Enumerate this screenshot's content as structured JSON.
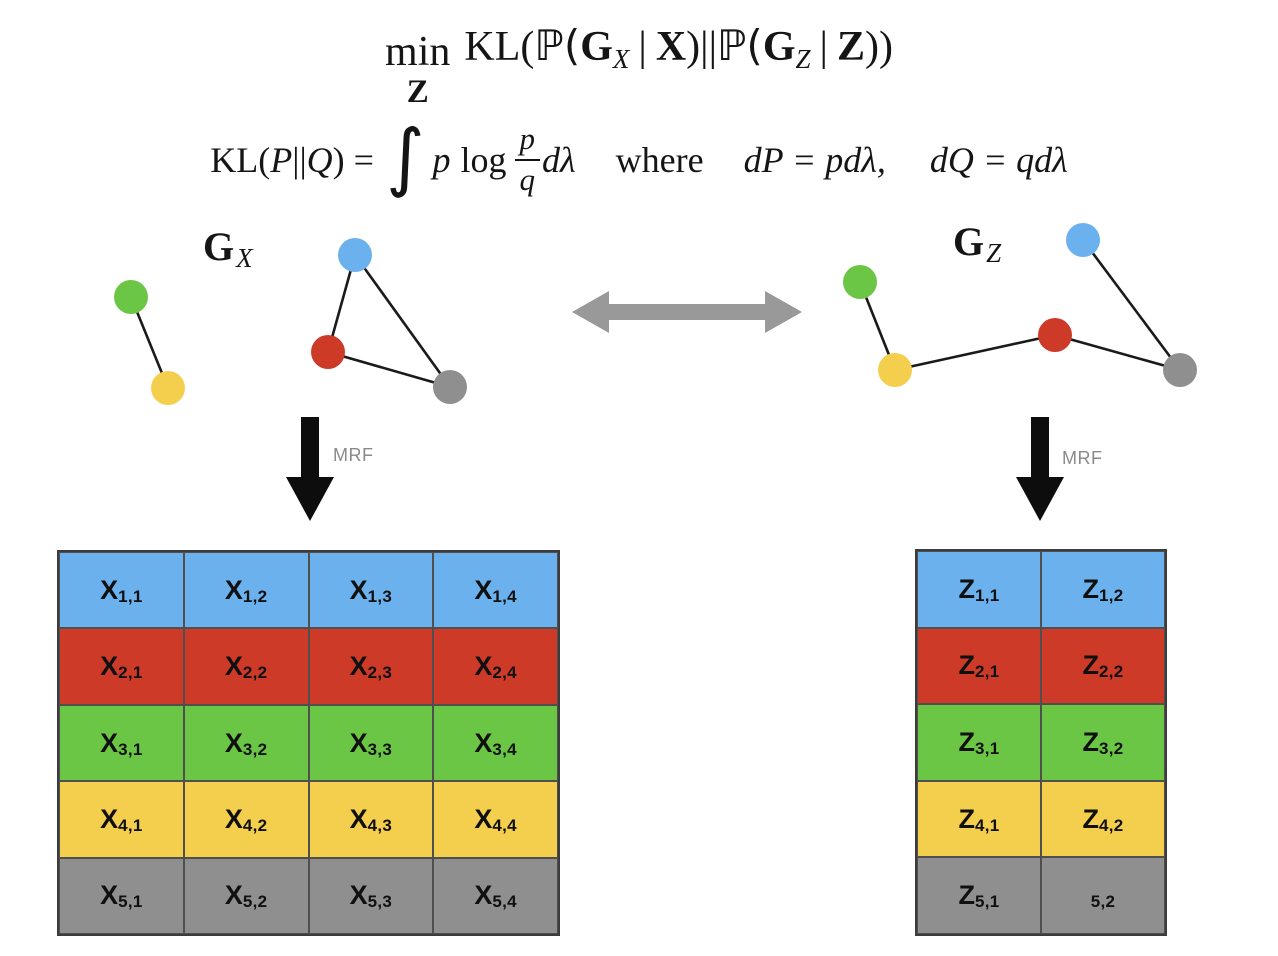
{
  "palette": {
    "blue": "#6ab1ee",
    "red": "#cd3a28",
    "green": "#6cc646",
    "yellow": "#f4cf4d",
    "gray": "#8f8f8f",
    "edge_black": "#1a1a1a",
    "arrow_gray": "#999999",
    "arrow_black": "#0d0d0d",
    "mrf_text": "#8a8a8a"
  },
  "formulas": {
    "objective": {
      "min": "min",
      "min_sub": "Z",
      "kl_open": "KL(",
      "p_open_1": "ℙ(",
      "g_1": "G",
      "g_sub_1": "X",
      "bar_1": "|",
      "cond_1": "X",
      "close_1": ")",
      "double_bar": "||",
      "p_open_2": "ℙ(",
      "g_2": "G",
      "g_sub_2": "Z",
      "bar_2": "|",
      "cond_2": "Z",
      "close_2": "))"
    },
    "kl_definition": {
      "kl_open": "KL(",
      "p_cap": "P",
      "bars": "||",
      "q_cap": "Q",
      "close_eq": ") =",
      "integral": "∫",
      "p_small": "p",
      "log": "log",
      "frac_num": "p",
      "frac_den": "q",
      "dlambda": "dλ",
      "where": "where",
      "dp_def": "dP = pdλ,",
      "dq_def": "dQ = qdλ"
    }
  },
  "graphs": {
    "gx": {
      "label": "G",
      "label_sub": "X"
    },
    "gz": {
      "label": "G",
      "label_sub": "Z"
    },
    "mrf_label_left": "MRF",
    "mrf_label_right": "MRF"
  },
  "tables": {
    "x": {
      "rows": [
        {
          "color": "blue",
          "cells": [
            {
              "main": "X",
              "sub": "1,1"
            },
            {
              "main": "X",
              "sub": "1,2"
            },
            {
              "main": "X",
              "sub": "1,3"
            },
            {
              "main": "X",
              "sub": "1,4"
            }
          ]
        },
        {
          "color": "red",
          "cells": [
            {
              "main": "X",
              "sub": "2,1"
            },
            {
              "main": "X",
              "sub": "2,2"
            },
            {
              "main": "X",
              "sub": "2,3"
            },
            {
              "main": "X",
              "sub": "2,4"
            }
          ]
        },
        {
          "color": "green",
          "cells": [
            {
              "main": "X",
              "sub": "3,1"
            },
            {
              "main": "X",
              "sub": "3,2"
            },
            {
              "main": "X",
              "sub": "3,3"
            },
            {
              "main": "X",
              "sub": "3,4"
            }
          ]
        },
        {
          "color": "yellow",
          "cells": [
            {
              "main": "X",
              "sub": "4,1"
            },
            {
              "main": "X",
              "sub": "4,2"
            },
            {
              "main": "X",
              "sub": "4,3"
            },
            {
              "main": "X",
              "sub": "4,4"
            }
          ]
        },
        {
          "color": "gray",
          "cells": [
            {
              "main": "X",
              "sub": "5,1"
            },
            {
              "main": "X",
              "sub": "5,2"
            },
            {
              "main": "X",
              "sub": "5,3"
            },
            {
              "main": "X",
              "sub": "5,4"
            }
          ]
        }
      ]
    },
    "z": {
      "rows": [
        {
          "color": "blue",
          "cells": [
            {
              "main": "Z",
              "sub": "1,1"
            },
            {
              "main": "Z",
              "sub": "1,2"
            }
          ]
        },
        {
          "color": "red",
          "cells": [
            {
              "main": "Z",
              "sub": "2,1"
            },
            {
              "main": "Z",
              "sub": "2,2"
            }
          ]
        },
        {
          "color": "green",
          "cells": [
            {
              "main": "Z",
              "sub": "3,1"
            },
            {
              "main": "Z",
              "sub": "3,2"
            }
          ]
        },
        {
          "color": "yellow",
          "cells": [
            {
              "main": "Z",
              "sub": "4,1"
            },
            {
              "main": "Z",
              "sub": "4,2"
            }
          ]
        },
        {
          "color": "gray",
          "cells": [
            {
              "main": "Z",
              "sub": "5,1"
            },
            {
              "main": "",
              "sub": "5,2"
            }
          ]
        }
      ]
    }
  }
}
